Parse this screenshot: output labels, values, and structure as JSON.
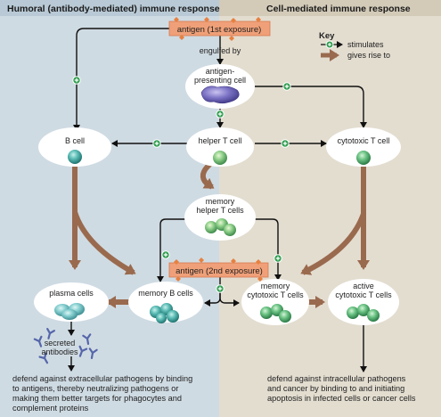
{
  "headers": {
    "left": "Humoral (antibody-mediated) immune response",
    "right": "Cell-mediated immune response"
  },
  "key": {
    "title": "Key",
    "stimulates": "stimulates",
    "gives_rise_to": "gives rise to"
  },
  "antigen_first": "antigen (1st exposure)",
  "antigen_second": "antigen (2nd exposure)",
  "engulfed_by": "engulfed by",
  "cells": {
    "apc": [
      "antigen-",
      "presenting cell"
    ],
    "b_cell": [
      "B cell"
    ],
    "helper_t": [
      "helper T cell"
    ],
    "cytotoxic_t": [
      "cytotoxic T cell"
    ],
    "memory_helper": [
      "memory",
      "helper T cells"
    ],
    "plasma": [
      "plasma cells"
    ],
    "memory_b": [
      "memory B cells"
    ],
    "memory_cytotoxic": [
      "memory",
      "cytotoxic T cells"
    ],
    "active_cytotoxic": [
      "active",
      "cytotoxic T cells"
    ]
  },
  "secreted_antibodies": [
    "secreted",
    "antibodies"
  ],
  "footer_left": [
    "defend against extracellular pathogens by binding",
    "to antigens, thereby neutralizing pathogens or",
    "making them better targets for phagocytes and",
    "complement proteins"
  ],
  "footer_right": [
    "defend against intracellular pathogens",
    "and cancer by binding to and initiating",
    "apoptosis in infected cells or cancer cells"
  ],
  "colors": {
    "left_panel": "#cfdbe3",
    "right_panel": "#e3ddd0",
    "brown_arrow": "#9a6a4e",
    "antigen_box": "#f0a078",
    "plus_green": "#2f9e4f",
    "cell_teal": "#3aa6a2",
    "cell_green": "#4fae6e",
    "apc_purple": "#6a62b0",
    "antibody_blue": "#5566aa"
  }
}
